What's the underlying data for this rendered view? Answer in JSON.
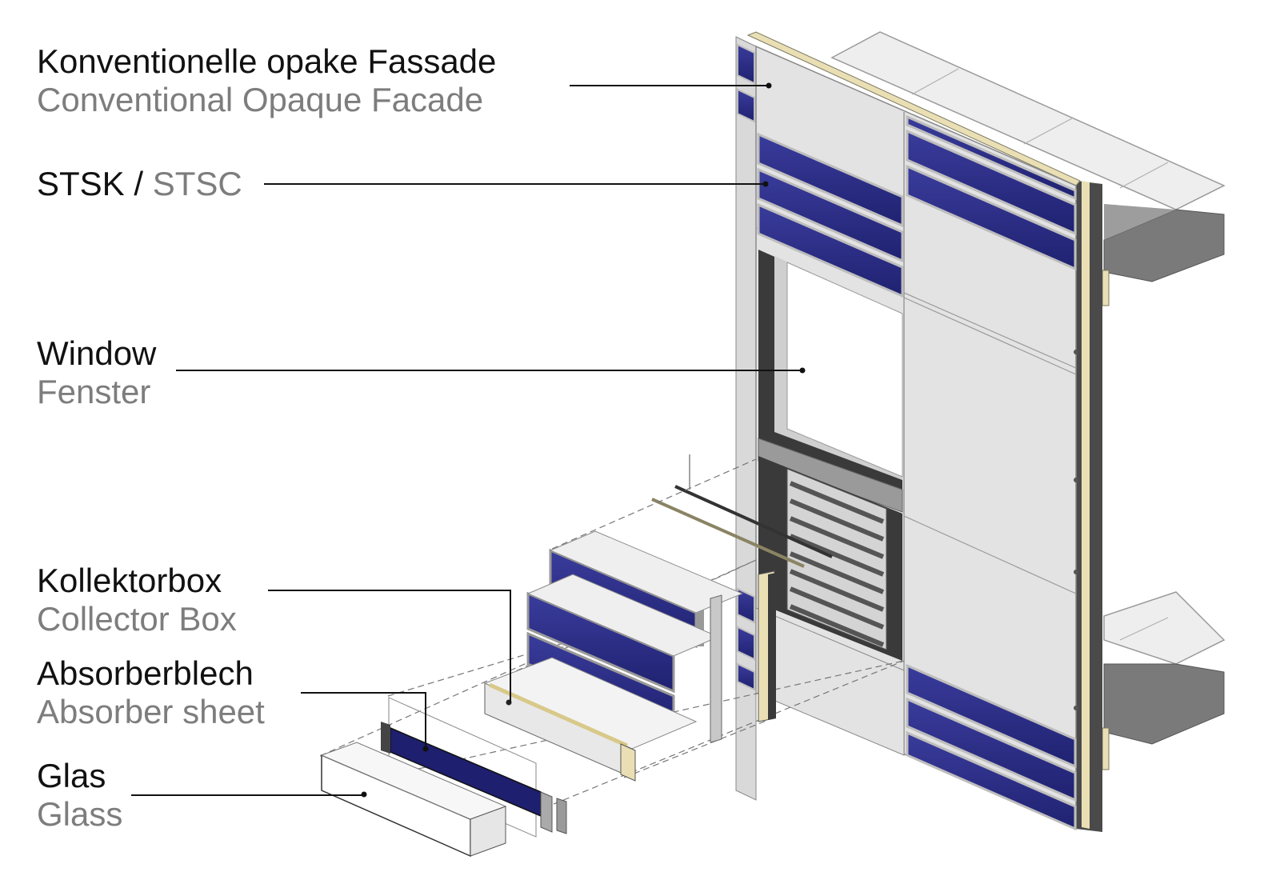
{
  "labels": {
    "facade": {
      "de": "Konventionelle opake Fassade",
      "en": "Conventional Opaque Facade"
    },
    "stsk": {
      "de": "STSK",
      "separator": " / ",
      "en": "STSC"
    },
    "window": {
      "de": "Window",
      "en": "Fenster"
    },
    "collector": {
      "de": "Kollektorbox",
      "en": "Collector Box"
    },
    "absorber": {
      "de": "Absorberblech",
      "en": "Absorber sheet"
    },
    "glass": {
      "de": "Glas",
      "en": "Glass"
    }
  },
  "colors": {
    "absorber_blue": "#2a2c86",
    "panel_grey": "#e3e3e3",
    "insulation": "#eadfb4",
    "frame_dark": "#3a3a3a",
    "label_grey": "#7d7d7d"
  }
}
